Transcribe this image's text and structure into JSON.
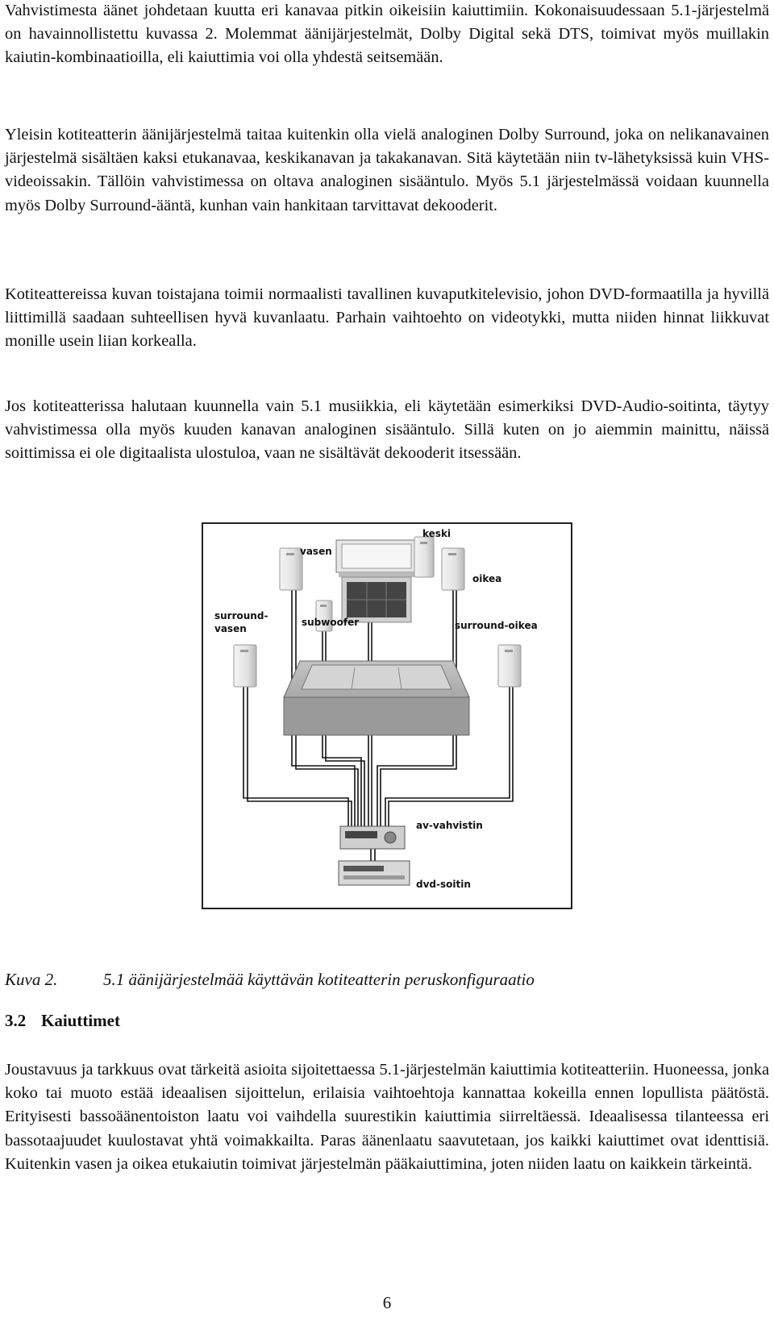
{
  "paragraphs": {
    "p1": "Vahvistimesta äänet johdetaan kuutta eri kanavaa pitkin oikeisiin kaiuttimiin. Kokonaisuudessaan 5.1-järjestelmä on havainnollistettu kuvassa 2. Molemmat äänijärjestelmät, Dolby Digital sekä DTS, toimivat myös muillakin kaiutin-kombinaatioilla, eli kaiuttimia voi olla yhdestä seitsemään.",
    "p2": "Yleisin kotiteatterin äänijärjestelmä taitaa kuitenkin olla vielä analoginen Dolby Surround, joka on nelikanavainen järjestelmä sisältäen kaksi etukanavaa, keskikanavan ja takakanavan. Sitä käytetään niin tv-lähetyksissä kuin VHS-videoissakin. Tällöin vahvistimessa on oltava analoginen sisääntulo. Myös 5.1 järjestelmässä voidaan kuunnella myös Dolby Surround-ääntä, kunhan vain hankitaan tarvittavat dekooderit.",
    "p3": "Kotiteattereissa kuvan toistajana toimii normaalisti tavallinen kuvaputkitelevisio, johon DVD-formaatilla ja hyvillä liittimillä saadaan suhteellisen hyvä kuvanlaatu. Parhain vaihtoehto on videotykki, mutta niiden hinnat liikkuvat monille usein liian korkealla.",
    "p4": "Jos kotiteatterissa halutaan kuunnella vain 5.1 musiikkia, eli käytetään esimerkiksi DVD-Audio-soitinta, täytyy vahvistimessa olla myös kuuden kanavan analoginen sisääntulo. Sillä kuten on jo aiemmin mainittu, näissä soittimissa ei ole digitaalista ulostuloa, vaan ne sisältävät dekooderit itsessään.",
    "p6": "Joustavuus ja tarkkuus ovat tärkeitä asioita sijoitettaessa 5.1-järjestelmän kaiuttimia kotiteatteriin. Huoneessa, jonka koko tai muoto estää ideaalisen sijoittelun, erilaisia vaihtoehtoja kannattaa kokeilla ennen lopullista päätöstä. Erityisesti bassoäänentoiston laatu voi vaihdella suurestikin kaiuttimia siirreltäessä. Ideaalisessa tilanteessa eri bassotaajuudet kuulostavat yhtä voimakkailta. Paras äänenlaatu saavutetaan, jos kaikki kaiuttimet ovat identtisiä. Kuitenkin vasen ja oikea etukaiutin toimivat järjestelmän pääkaiuttimina, joten niiden laatu on kaikkein tärkeintä."
  },
  "figure": {
    "labels": {
      "keski": "keski",
      "vasen": "vasen",
      "oikea": "oikea",
      "surround_vasen_1": "surround-",
      "surround_vasen_2": "vasen",
      "subwoofer": "subwoofer",
      "surround_oikea": "surround-oikea",
      "av_vahvistin": "av-vahvistin",
      "dvd_soitin": "dvd-soitin"
    }
  },
  "caption": {
    "number": "Kuva 2.",
    "text": "5.1 äänijärjestelmää käyttävän kotiteatterin peruskonfiguraatio"
  },
  "section": {
    "number": "3.2",
    "title": "Kaiuttimet"
  },
  "page_number": "6"
}
